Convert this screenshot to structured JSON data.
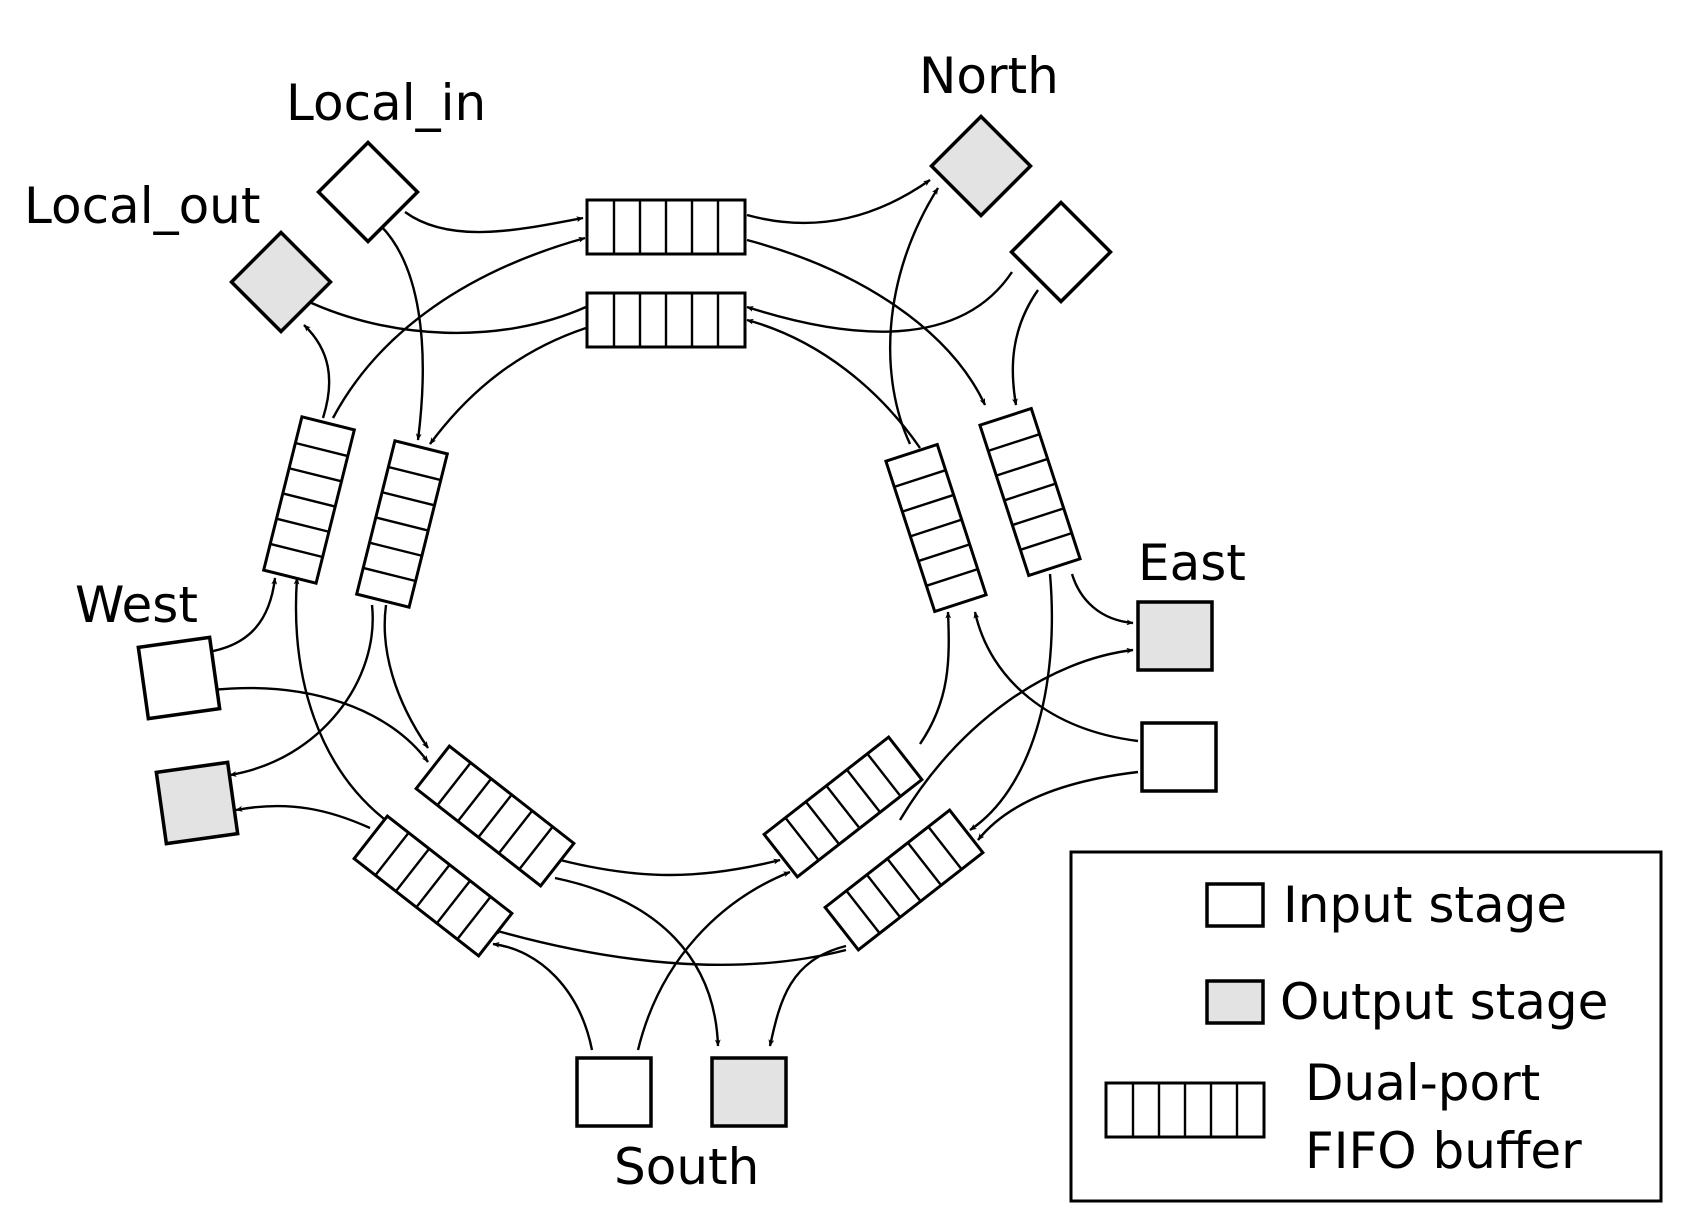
{
  "labels": {
    "north": "North",
    "east": "East",
    "south": "South",
    "west": "West",
    "local_in": "Local_in",
    "local_out": "Local_out"
  },
  "legend": {
    "input_stage": "Input stage",
    "output_stage": "Output stage",
    "fifo_line1": "Dual-port",
    "fifo_line2": "FIFO buffer"
  },
  "colors": {
    "input_fill": "#ffffff",
    "output_fill": "#e3e3e3",
    "stroke": "#000000"
  }
}
